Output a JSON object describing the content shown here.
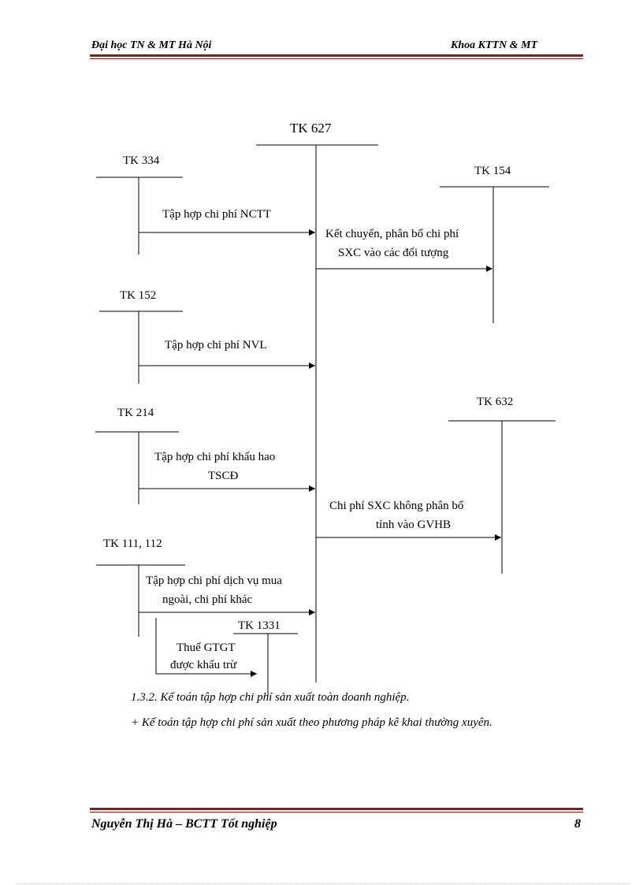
{
  "header": {
    "left": "Đại học TN & MT Hà Nội",
    "right": "Khoa KTTN & MT"
  },
  "footer": {
    "left": "Nguyễn Thị Hà – BCTT Tốt nghiệp",
    "page": "8"
  },
  "diagram": {
    "center_account": "TK 627",
    "accounts": {
      "tk334": "TK 334",
      "tk152": "TK 152",
      "tk214": "TK 214",
      "tk111": "TK 111, 112",
      "tk1331": "TK 1331",
      "tk154": "TK 154",
      "tk632": "TK 632"
    },
    "flows": {
      "nctt": "Tập hợp chi phí NCTT",
      "nvl": "Tập hợp chi phí NVL",
      "khauhao_1": "Tập hợp chi phí khấu hao",
      "khauhao_2": "TSCĐ",
      "dichvu_1": "Tập hợp chi phí dịch vụ mua",
      "dichvu_2": "ngoài, chi phí khác",
      "thue_1": "Thuế GTGT",
      "thue_2": "được khấu trừ",
      "ketchuyen_1": "Kết chuyển, phân bổ chi phí",
      "ketchuyen_2": "SXC vào các đối tượng",
      "khongpb_1": "Chi phí SXC không phân bổ",
      "khongpb_2": "tính vào GVHB"
    }
  },
  "body_text": {
    "section": "1.3.2. Kế toán tập hợp chi phí sản xuất toàn doanh nghiệp.",
    "bullet": "+ Kế toán tập hợp chi phí sản xuất theo phương pháp kê khai thường xuyên."
  }
}
